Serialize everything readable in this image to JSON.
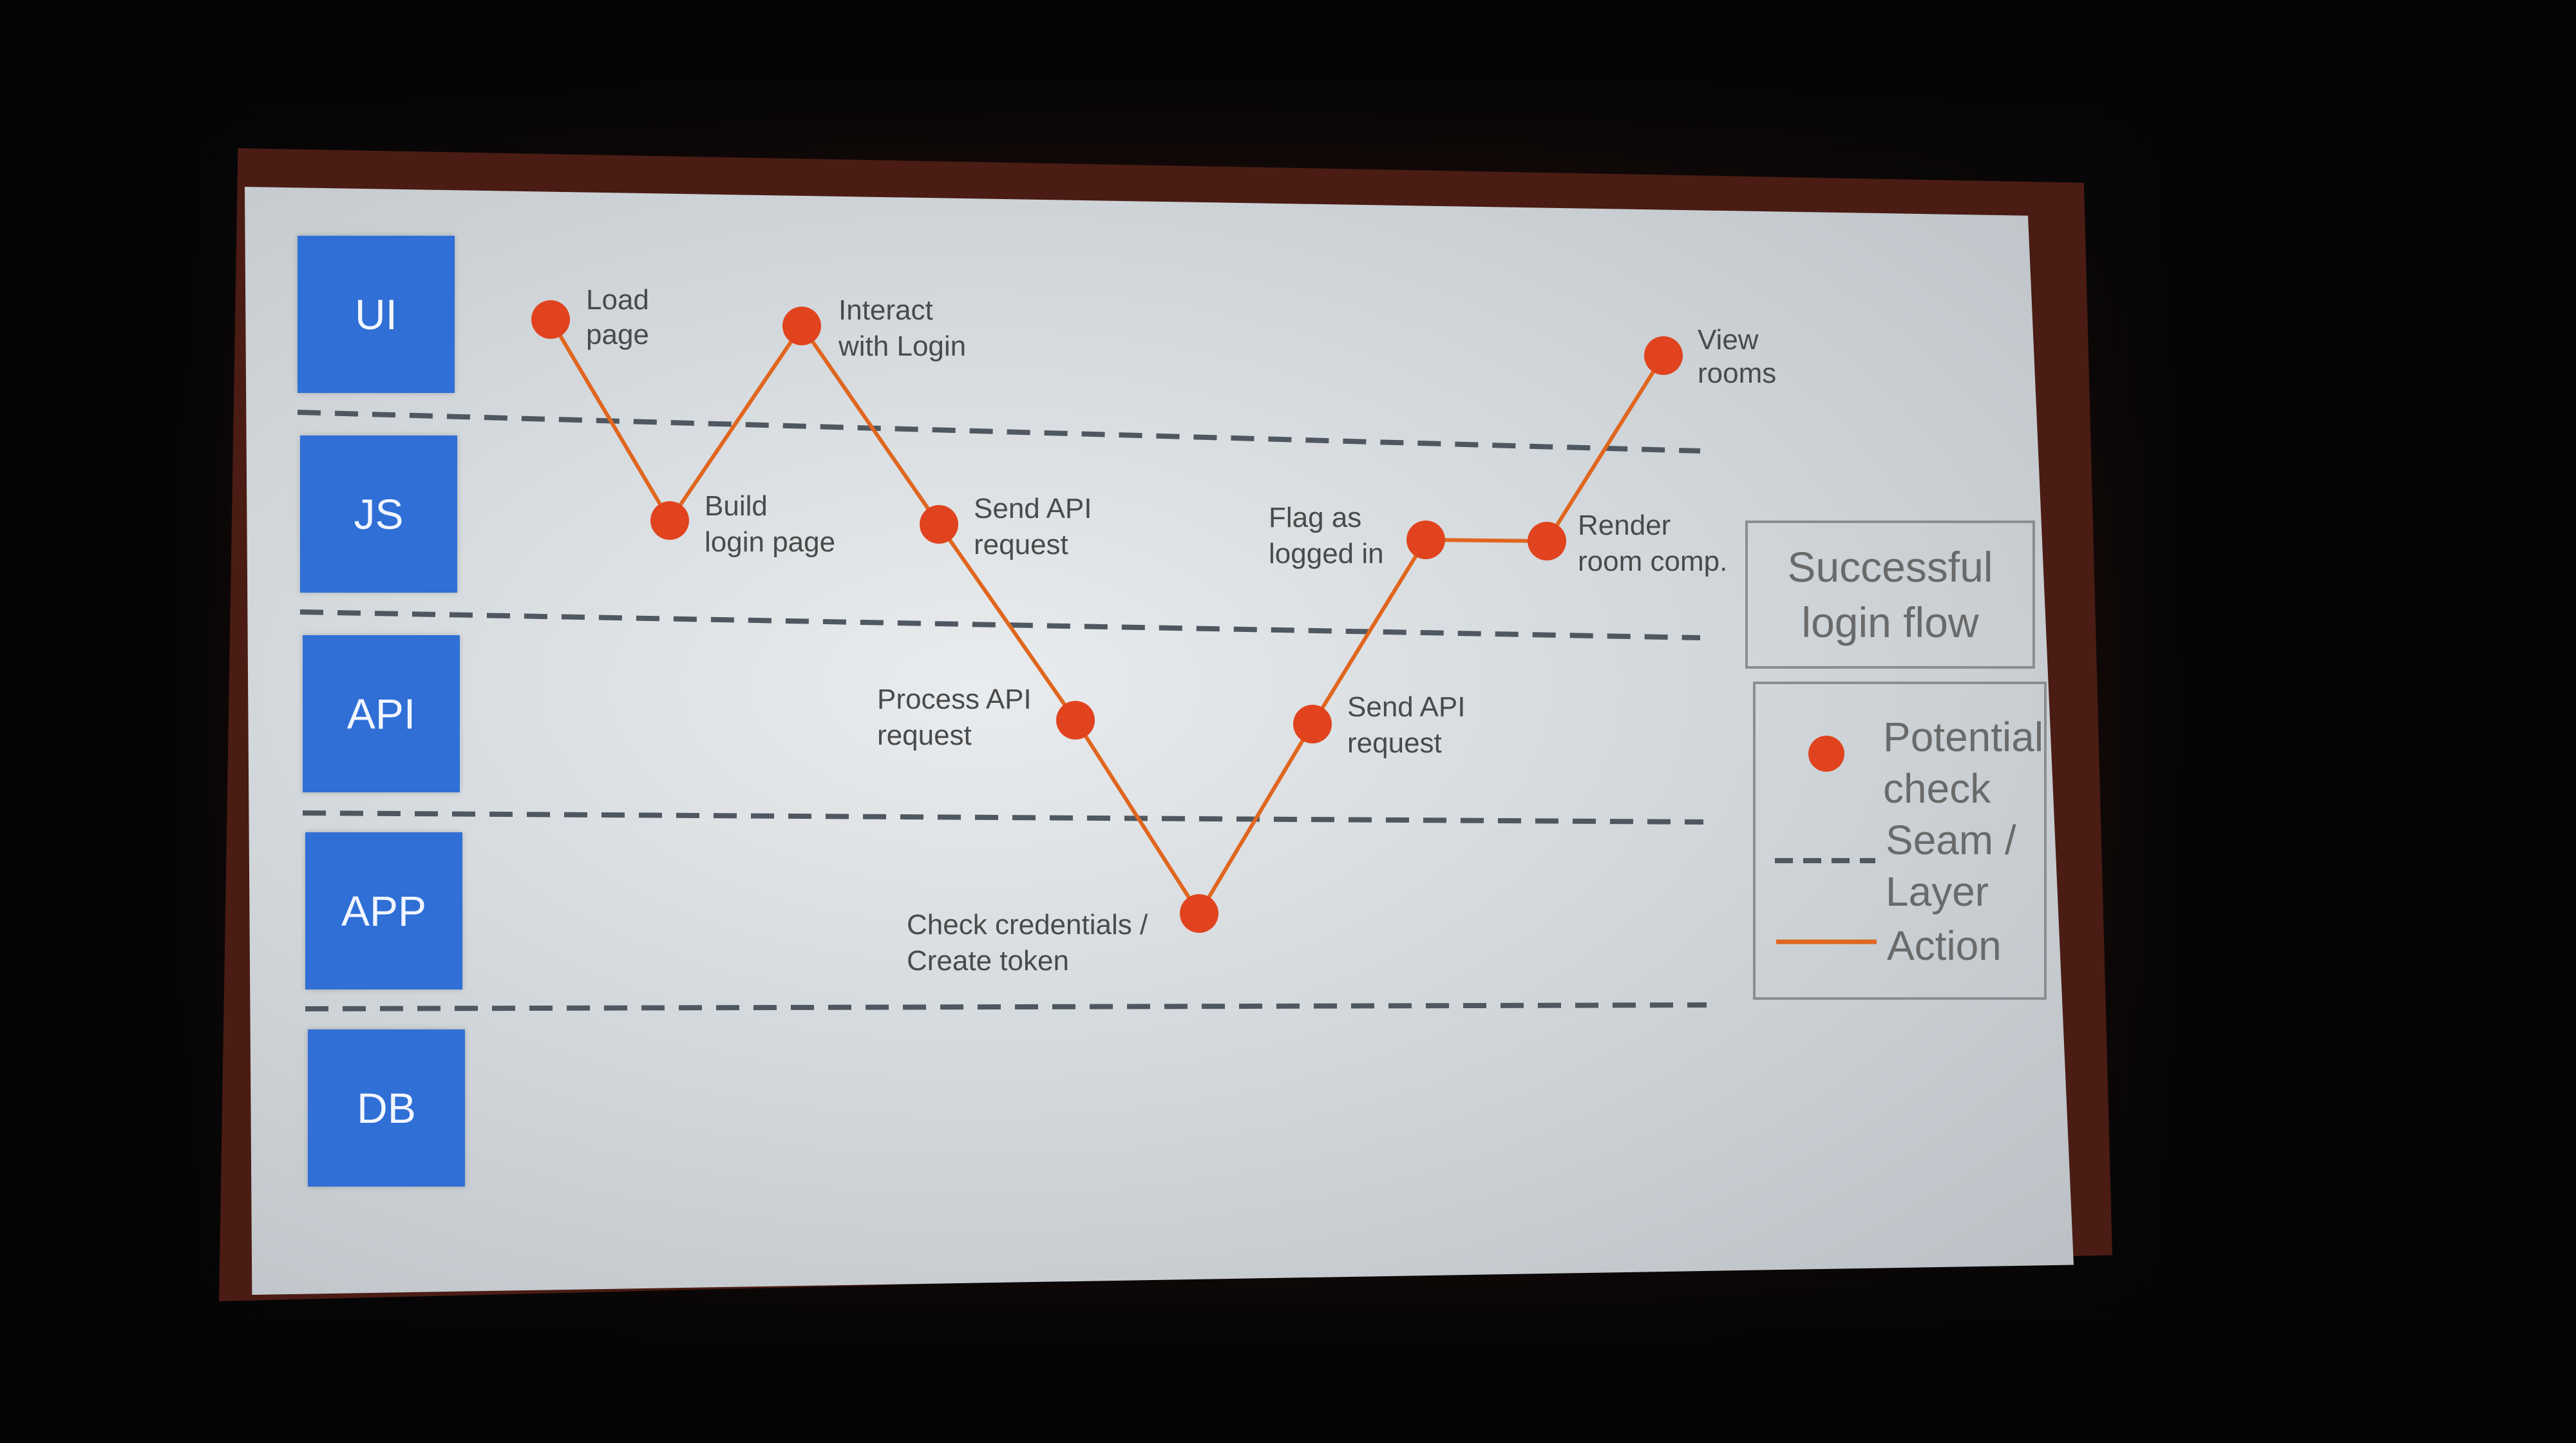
{
  "layers": [
    "UI",
    "JS",
    "API",
    "APP",
    "DB"
  ],
  "nodes": [
    {
      "id": "load-page",
      "lines": [
        "Load",
        "page"
      ]
    },
    {
      "id": "build-login-page",
      "lines": [
        "Build",
        "login page"
      ]
    },
    {
      "id": "interact-with-login",
      "lines": [
        "Interact",
        "with Login"
      ]
    },
    {
      "id": "send-api-request-js",
      "lines": [
        "Send API",
        "request"
      ]
    },
    {
      "id": "process-api-request",
      "lines": [
        "Process API",
        "request"
      ]
    },
    {
      "id": "check-credentials",
      "lines": [
        "Check credentials /",
        "Create token"
      ]
    },
    {
      "id": "send-api-request-api",
      "lines": [
        "Send API",
        "request"
      ]
    },
    {
      "id": "flag-as-logged-in",
      "lines": [
        "Flag as",
        "logged in"
      ]
    },
    {
      "id": "render-room-comp",
      "lines": [
        "Render",
        "room comp."
      ]
    },
    {
      "id": "view-rooms",
      "lines": [
        "View",
        "rooms"
      ]
    }
  ],
  "title": {
    "line1": "Successful",
    "line2": "login flow"
  },
  "legend": {
    "potential_check_line1": "Potential",
    "potential_check_line2": "check",
    "seam_line1": "Seam /",
    "seam_line2": "Layer",
    "action": "Action"
  },
  "colors": {
    "layer_box": "#2f6fd6",
    "node": "#e0431e",
    "action_line": "#e0661f",
    "seam_line": "#4f5760"
  }
}
